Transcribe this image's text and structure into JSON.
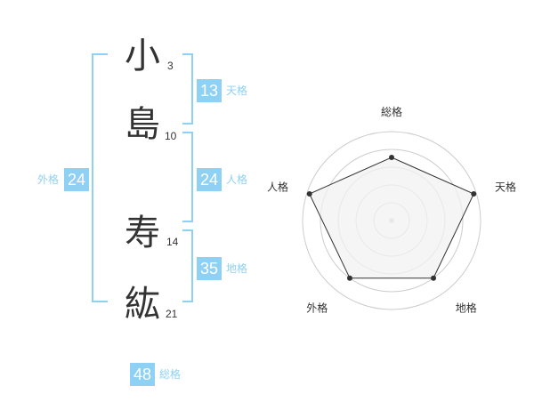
{
  "name": {
    "chars": [
      {
        "char": "小",
        "strokes": "3"
      },
      {
        "char": "島",
        "strokes": "10"
      },
      {
        "char": "寿",
        "strokes": "14"
      },
      {
        "char": "紘",
        "strokes": "21"
      }
    ]
  },
  "kaku": {
    "tenkaku": {
      "value": "13",
      "label": "天格"
    },
    "jinkaku": {
      "value": "24",
      "label": "人格"
    },
    "chikaku": {
      "value": "35",
      "label": "地格"
    },
    "gaikaku": {
      "value": "24",
      "label": "外格"
    },
    "soukaku": {
      "value": "48",
      "label": "総格"
    }
  },
  "chart_data": {
    "type": "radar",
    "axes": [
      "総格",
      "天格",
      "地格",
      "外格",
      "人格"
    ],
    "values": [
      0.71,
      0.97,
      0.8,
      0.8,
      0.97
    ],
    "max": 1,
    "rings": 5,
    "colors": {
      "fill": "#f2f2f2",
      "line": "#333333",
      "grid": "#cccccc",
      "center": "#cccccc"
    }
  }
}
